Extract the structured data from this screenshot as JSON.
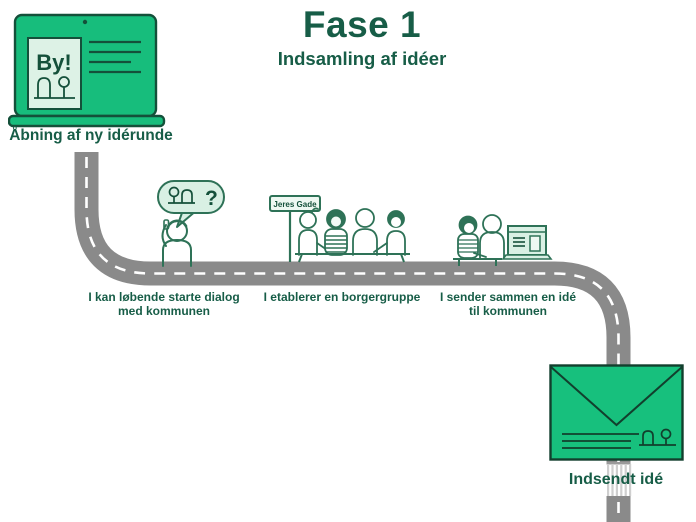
{
  "title": {
    "phase": "Fase 1",
    "subtitle": "Indsamling af idéer"
  },
  "start": {
    "label": "Åbning af ny idérunde",
    "screen_card_text": "By!"
  },
  "speech_bubble": {
    "question_mark": "?"
  },
  "street_sign": {
    "label": "Jeres Gade"
  },
  "milestones": [
    {
      "label": "I kan løbende starte dialog\nmed kommunen"
    },
    {
      "label": "I etablerer en borgergruppe"
    },
    {
      "label": "I sender sammen en idé\ntil kommunen"
    }
  ],
  "end": {
    "label": "Indsendt idé"
  },
  "colors": {
    "brand_green": "#17bd7c",
    "dark_green_text": "#175d47",
    "outline_green": "#2e7257",
    "dark_outline": "#123f2d",
    "light_green": "#d9f0e4",
    "road_gray": "#8a8a8a",
    "dash_white": "#ffffff"
  }
}
